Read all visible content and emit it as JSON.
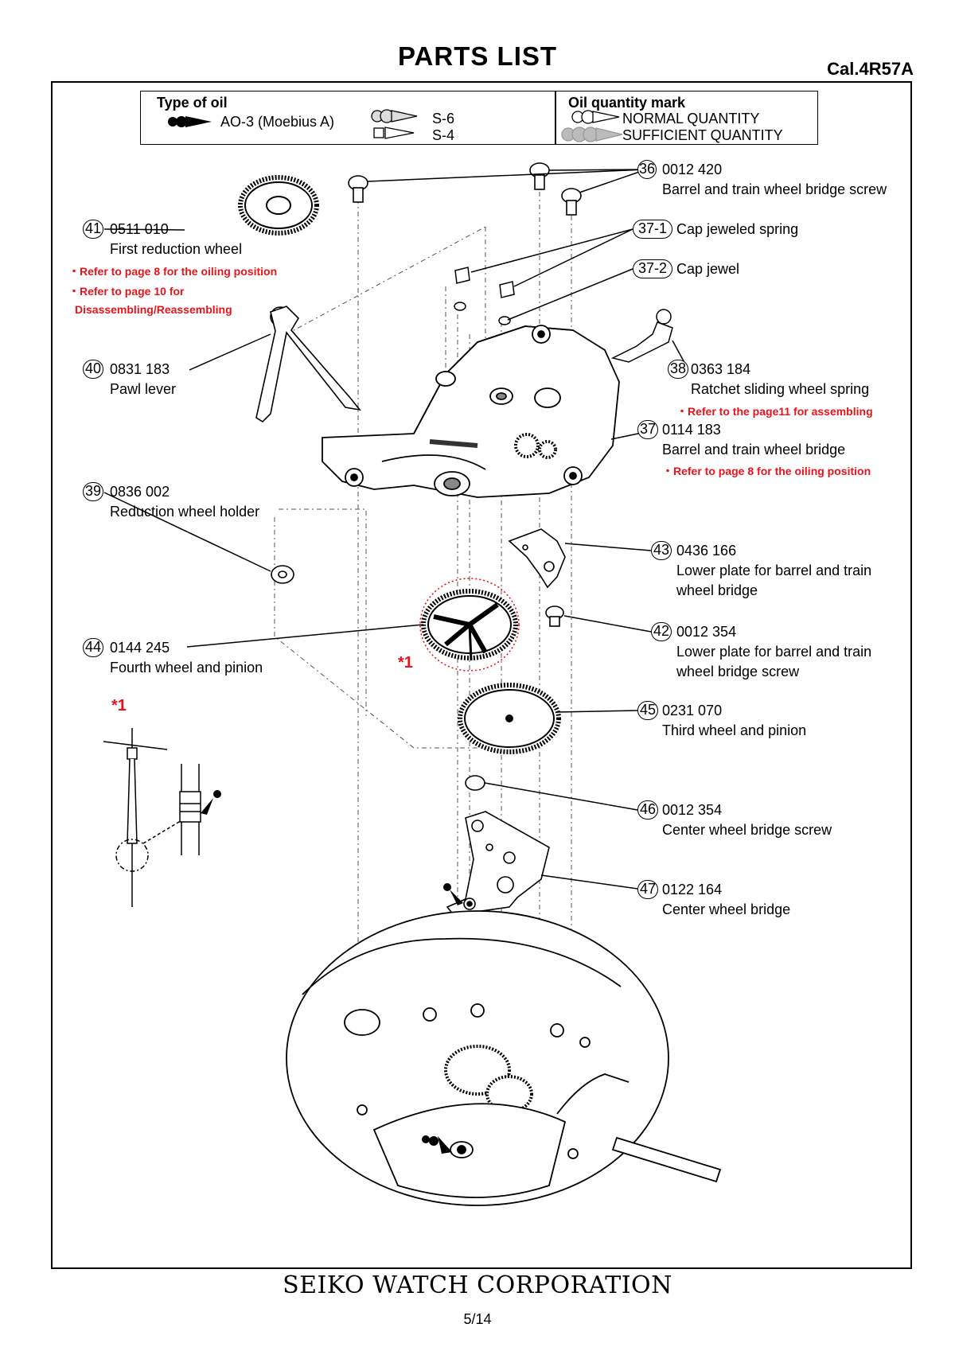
{
  "header": {
    "title": "PARTS  LIST",
    "caliber": "Cal.4R57A"
  },
  "legend": {
    "type_heading": "Type of oil",
    "ao3": "AO-3 (Moebius  A)",
    "s6": "S-6",
    "s4": "S-4",
    "qty_heading": "Oil quantity mark",
    "normal": "NORMAL QUANTITY",
    "sufficient": "SUFFICIENT QUANTITY"
  },
  "parts": [
    {
      "no": "36",
      "code": "0012 420",
      "name": "Barrel and train wheel bridge screw"
    },
    {
      "no": "37-1",
      "name": "Cap jeweled spring"
    },
    {
      "no": "37-2",
      "name": "Cap jewel"
    },
    {
      "no": "41",
      "code": "0511 010",
      "name": "First reduction wheel",
      "notes": [
        "・Refer to page 8 for the oiling position",
        "・Refer to page 10 for",
        "Disassembling/Reassembling"
      ]
    },
    {
      "no": "40",
      "code": "0831 183",
      "name": "Pawl lever"
    },
    {
      "no": "38",
      "code": "0363 184",
      "name": "Ratchet sliding wheel spring",
      "notes": [
        "・Refer to the page11 for assembling"
      ]
    },
    {
      "no": "37",
      "code": "0114 183",
      "name": "Barrel and train wheel bridge",
      "notes": [
        "・Refer to page 8 for the oiling position"
      ]
    },
    {
      "no": "39",
      "code": "0836 002",
      "name": "Reduction wheel holder"
    },
    {
      "no": "43",
      "code": "0436 166",
      "name_lines": [
        "Lower plate for barrel and train",
        "wheel bridge"
      ]
    },
    {
      "no": "42",
      "code": "0012 354",
      "name_lines": [
        "Lower plate for barrel and train",
        "wheel bridge screw"
      ]
    },
    {
      "no": "44",
      "code": "0144 245",
      "name": "Fourth wheel and pinion"
    },
    {
      "no": "45",
      "code": "0231 070",
      "name": "Third wheel and pinion"
    },
    {
      "no": "46",
      "code": "0012 354",
      "name": "Center wheel bridge screw"
    },
    {
      "no": "47",
      "code": "0122 164",
      "name": "Center wheel bridge"
    }
  ],
  "detail_mark": "*1",
  "footer": {
    "company": "SEIKO WATCH CORPORATION",
    "page": "5/14"
  }
}
